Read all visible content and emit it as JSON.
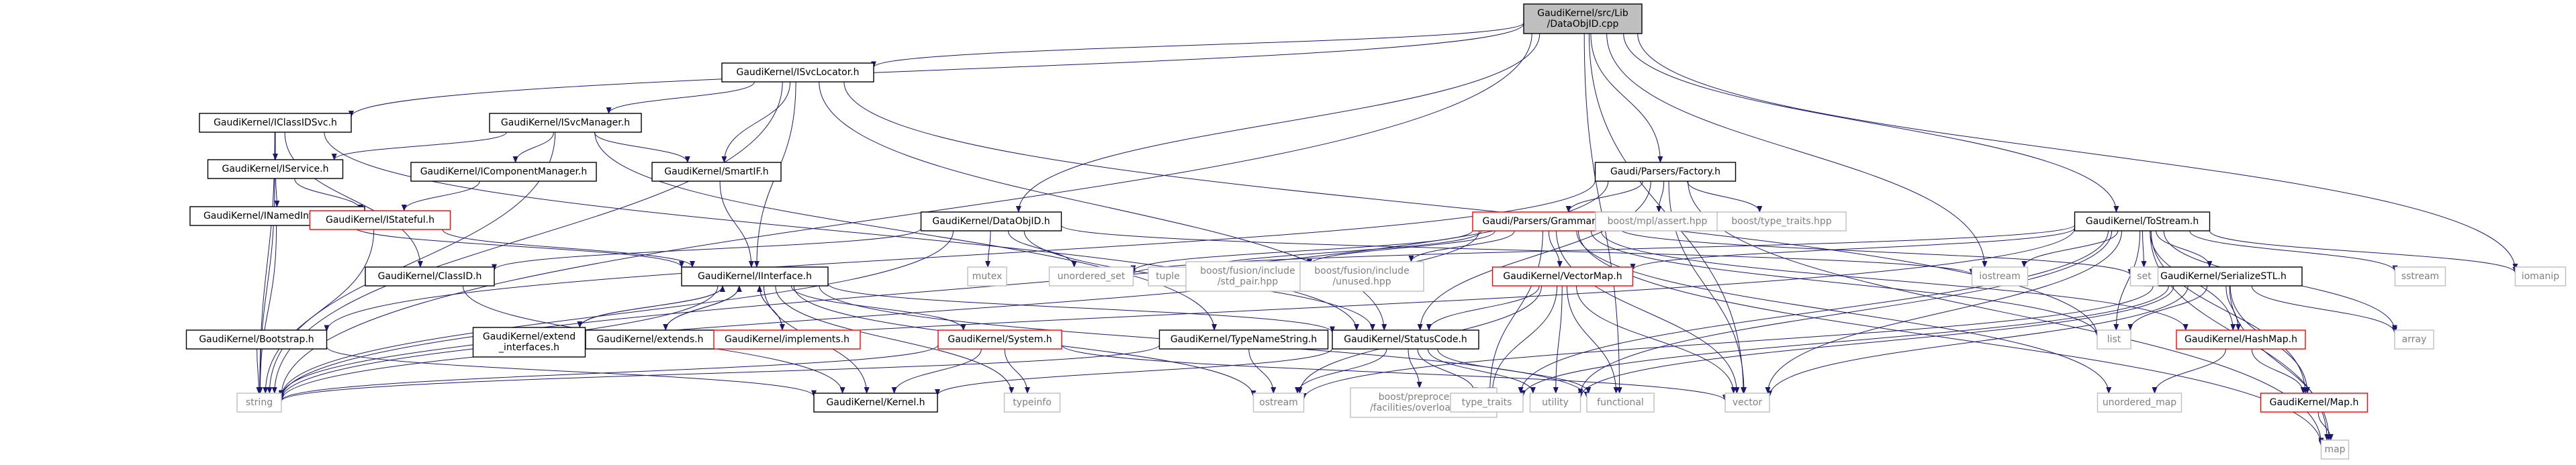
{
  "colors": {
    "root_fill": "#bfbfbf",
    "root_stroke": "#000000",
    "project_stroke": "#000000",
    "incomplete_stroke": "#ff0000",
    "system_stroke": "#bfbfbf",
    "system_text": "#808080",
    "text": "#000000",
    "edge": "#191970"
  },
  "nodes": [
    {
      "id": "root",
      "lines": [
        "GaudiKernel/src/Lib",
        "/DataObjID.cpp"
      ],
      "kind": "root"
    },
    {
      "id": "isvclocator",
      "lines": [
        "GaudiKernel/ISvcLocator.h"
      ],
      "kind": "project"
    },
    {
      "id": "iclassidsvc",
      "lines": [
        "GaudiKernel/IClassIDSvc.h"
      ],
      "kind": "project"
    },
    {
      "id": "isvcmanager",
      "lines": [
        "GaudiKernel/ISvcManager.h"
      ],
      "kind": "project"
    },
    {
      "id": "iservice",
      "lines": [
        "GaudiKernel/IService.h"
      ],
      "kind": "project"
    },
    {
      "id": "icompmgr",
      "lines": [
        "GaudiKernel/IComponentManager.h"
      ],
      "kind": "project"
    },
    {
      "id": "smartif",
      "lines": [
        "GaudiKernel/SmartIF.h"
      ],
      "kind": "project"
    },
    {
      "id": "factory",
      "lines": [
        "Gaudi/Parsers/Factory.h"
      ],
      "kind": "project"
    },
    {
      "id": "inamed",
      "lines": [
        "GaudiKernel/INamedInterface.h"
      ],
      "kind": "project"
    },
    {
      "id": "istateful",
      "lines": [
        "GaudiKernel/IStateful.h"
      ],
      "kind": "incomplete"
    },
    {
      "id": "dataobjid",
      "lines": [
        "GaudiKernel/DataObjID.h"
      ],
      "kind": "project"
    },
    {
      "id": "grammars",
      "lines": [
        "Gaudi/Parsers/Grammars.h"
      ],
      "kind": "incomplete"
    },
    {
      "id": "tostream",
      "lines": [
        "GaudiKernel/ToStream.h"
      ],
      "kind": "project"
    },
    {
      "id": "classid",
      "lines": [
        "GaudiKernel/ClassID.h"
      ],
      "kind": "project"
    },
    {
      "id": "iinterface",
      "lines": [
        "GaudiKernel/IInterface.h"
      ],
      "kind": "project"
    },
    {
      "id": "vectormap",
      "lines": [
        "GaudiKernel/VectorMap.h"
      ],
      "kind": "incomplete"
    },
    {
      "id": "serializestl",
      "lines": [
        "GaudiKernel/SerializeSTL.h"
      ],
      "kind": "project"
    },
    {
      "id": "bootstrap",
      "lines": [
        "GaudiKernel/Bootstrap.h"
      ],
      "kind": "project"
    },
    {
      "id": "extendif",
      "lines": [
        "GaudiKernel/extend",
        "_interfaces.h"
      ],
      "kind": "project"
    },
    {
      "id": "extends",
      "lines": [
        "GaudiKernel/extends.h"
      ],
      "kind": "project"
    },
    {
      "id": "implements",
      "lines": [
        "GaudiKernel/implements.h"
      ],
      "kind": "incomplete"
    },
    {
      "id": "system",
      "lines": [
        "GaudiKernel/System.h"
      ],
      "kind": "incomplete"
    },
    {
      "id": "typenamestring",
      "lines": [
        "GaudiKernel/TypeNameString.h"
      ],
      "kind": "project"
    },
    {
      "id": "statuscode",
      "lines": [
        "GaudiKernel/StatusCode.h"
      ],
      "kind": "project"
    },
    {
      "id": "hashmap",
      "lines": [
        "GaudiKernel/HashMap.h"
      ],
      "kind": "incomplete"
    },
    {
      "id": "kernel",
      "lines": [
        "GaudiKernel/Kernel.h"
      ],
      "kind": "project"
    },
    {
      "id": "map_h",
      "lines": [
        "GaudiKernel/Map.h"
      ],
      "kind": "incomplete"
    },
    {
      "id": "string",
      "lines": [
        "string"
      ],
      "kind": "system"
    },
    {
      "id": "list",
      "lines": [
        "list"
      ],
      "kind": "system"
    },
    {
      "id": "mutex",
      "lines": [
        "mutex"
      ],
      "kind": "system"
    },
    {
      "id": "unordered_set",
      "lines": [
        "unordered_set"
      ],
      "kind": "system"
    },
    {
      "id": "tuple",
      "lines": [
        "tuple"
      ],
      "kind": "system"
    },
    {
      "id": "std_pair",
      "lines": [
        "boost/fusion/include",
        "/std_pair.hpp"
      ],
      "kind": "system"
    },
    {
      "id": "unused",
      "lines": [
        "boost/fusion/include",
        "/unused.hpp"
      ],
      "kind": "system"
    },
    {
      "id": "assert",
      "lines": [
        "boost/mpl/assert.hpp"
      ],
      "kind": "system"
    },
    {
      "id": "type_traits_hpp",
      "lines": [
        "boost/type_traits.hpp"
      ],
      "kind": "system"
    },
    {
      "id": "iostream",
      "lines": [
        "iostream"
      ],
      "kind": "system"
    },
    {
      "id": "set",
      "lines": [
        "set"
      ],
      "kind": "system"
    },
    {
      "id": "sstream",
      "lines": [
        "sstream"
      ],
      "kind": "system"
    },
    {
      "id": "iomanip",
      "lines": [
        "iomanip"
      ],
      "kind": "system"
    },
    {
      "id": "array",
      "lines": [
        "array"
      ],
      "kind": "system"
    },
    {
      "id": "ostream",
      "lines": [
        "ostream"
      ],
      "kind": "system"
    },
    {
      "id": "overload",
      "lines": [
        "boost/preprocessor",
        "/facilities/overload.hpp"
      ],
      "kind": "system"
    },
    {
      "id": "type_traits",
      "lines": [
        "type_traits"
      ],
      "kind": "system"
    },
    {
      "id": "utility",
      "lines": [
        "utility"
      ],
      "kind": "system"
    },
    {
      "id": "functional",
      "lines": [
        "functional"
      ],
      "kind": "system"
    },
    {
      "id": "vector",
      "lines": [
        "vector"
      ],
      "kind": "system"
    },
    {
      "id": "typeinfo",
      "lines": [
        "typeinfo"
      ],
      "kind": "system"
    },
    {
      "id": "unordered_map",
      "lines": [
        "unordered_map"
      ],
      "kind": "system"
    },
    {
      "id": "map",
      "lines": [
        "map"
      ],
      "kind": "system"
    }
  ],
  "edges": [
    [
      "root",
      "isvclocator"
    ],
    [
      "root",
      "iclassidsvc"
    ],
    [
      "root",
      "factory"
    ],
    [
      "root",
      "dataobjid"
    ],
    [
      "root",
      "tostream"
    ],
    [
      "root",
      "iostream"
    ],
    [
      "root",
      "iomanip"
    ],
    [
      "root",
      "functional"
    ],
    [
      "root",
      "vector"
    ],
    [
      "root",
      "string"
    ],
    [
      "isvclocator",
      "isvcmanager"
    ],
    [
      "isvclocator",
      "smartif"
    ],
    [
      "isvclocator",
      "iinterface"
    ],
    [
      "isvclocator",
      "statuscode"
    ],
    [
      "isvclocator",
      "string"
    ],
    [
      "isvclocator",
      "list"
    ],
    [
      "iclassidsvc",
      "iservice"
    ],
    [
      "iclassidsvc",
      "classid"
    ],
    [
      "iclassidsvc",
      "statuscode"
    ],
    [
      "iclassidsvc",
      "string"
    ],
    [
      "isvcmanager",
      "iservice"
    ],
    [
      "isvcmanager",
      "icompmgr"
    ],
    [
      "isvcmanager",
      "smartif"
    ],
    [
      "isvcmanager",
      "typenamestring"
    ],
    [
      "isvcmanager",
      "string"
    ],
    [
      "iservice",
      "inamed"
    ],
    [
      "iservice",
      "istateful"
    ],
    [
      "iservice",
      "string"
    ],
    [
      "icompmgr",
      "istateful"
    ],
    [
      "smartif",
      "iinterface"
    ],
    [
      "inamed",
      "iinterface"
    ],
    [
      "inamed",
      "string"
    ],
    [
      "istateful",
      "iinterface"
    ],
    [
      "istateful",
      "string"
    ],
    [
      "factory",
      "grammars"
    ],
    [
      "factory",
      "statuscode"
    ],
    [
      "factory",
      "string"
    ],
    [
      "factory",
      "assert"
    ],
    [
      "factory",
      "type_traits_hpp"
    ],
    [
      "factory",
      "vector"
    ],
    [
      "factory",
      "map"
    ],
    [
      "factory",
      "bootstrap"
    ],
    [
      "dataobjid",
      "classid"
    ],
    [
      "dataobjid",
      "statuscode"
    ],
    [
      "dataobjid",
      "mutex"
    ],
    [
      "dataobjid",
      "unordered_set"
    ],
    [
      "dataobjid",
      "iostream"
    ],
    [
      "dataobjid",
      "string"
    ],
    [
      "grammars",
      "vectormap"
    ],
    [
      "grammars",
      "hashmap"
    ],
    [
      "grammars",
      "tuple"
    ],
    [
      "grammars",
      "std_pair"
    ],
    [
      "grammars",
      "unused"
    ],
    [
      "grammars",
      "unordered_set"
    ],
    [
      "grammars",
      "list"
    ],
    [
      "grammars",
      "set"
    ],
    [
      "grammars",
      "vector"
    ],
    [
      "grammars",
      "map"
    ],
    [
      "grammars",
      "type_traits"
    ],
    [
      "grammars",
      "string"
    ],
    [
      "grammars",
      "unordered_map"
    ],
    [
      "tostream",
      "serializestl"
    ],
    [
      "tostream",
      "hashmap"
    ],
    [
      "tostream",
      "map_h"
    ],
    [
      "tostream",
      "list"
    ],
    [
      "tostream",
      "set"
    ],
    [
      "tostream",
      "iostream"
    ],
    [
      "tostream",
      "sstream"
    ],
    [
      "tostream",
      "iomanip"
    ],
    [
      "tostream",
      "array"
    ],
    [
      "tostream",
      "vector"
    ],
    [
      "tostream",
      "map"
    ],
    [
      "tostream",
      "type_traits"
    ],
    [
      "tostream",
      "utility"
    ],
    [
      "tostream",
      "unordered_set"
    ],
    [
      "tostream",
      "vectormap"
    ],
    [
      "tostream",
      "string"
    ],
    [
      "classid",
      "kernel"
    ],
    [
      "iinterface",
      "extendif"
    ],
    [
      "iinterface",
      "extends"
    ],
    [
      "iinterface",
      "implements"
    ],
    [
      "iinterface",
      "system"
    ],
    [
      "iinterface",
      "statuscode"
    ],
    [
      "iinterface",
      "kernel"
    ],
    [
      "iinterface",
      "typeinfo"
    ],
    [
      "iinterface",
      "ostream"
    ],
    [
      "iinterface",
      "functional"
    ],
    [
      "iinterface",
      "string"
    ],
    [
      "extendif",
      "iinterface"
    ],
    [
      "extends",
      "iinterface"
    ],
    [
      "implements",
      "iinterface"
    ],
    [
      "vectormap",
      "statuscode"
    ],
    [
      "vectormap",
      "vector"
    ],
    [
      "vectormap",
      "utility"
    ],
    [
      "vectormap",
      "functional"
    ],
    [
      "vectormap",
      "ostream"
    ],
    [
      "vectormap",
      "type_traits"
    ],
    [
      "serializestl",
      "hashmap"
    ],
    [
      "serializestl",
      "map_h"
    ],
    [
      "serializestl",
      "list"
    ],
    [
      "serializestl",
      "array"
    ],
    [
      "serializestl",
      "vector"
    ],
    [
      "serializestl",
      "map"
    ],
    [
      "serializestl",
      "ostream"
    ],
    [
      "serializestl",
      "type_traits"
    ],
    [
      "serializestl",
      "utility"
    ],
    [
      "hashmap",
      "map_h"
    ],
    [
      "hashmap",
      "unordered_map"
    ],
    [
      "map_h",
      "map"
    ],
    [
      "bootstrap",
      "kernel"
    ],
    [
      "bootstrap",
      "string"
    ],
    [
      "system",
      "kernel"
    ],
    [
      "system",
      "typeinfo"
    ],
    [
      "system",
      "string"
    ],
    [
      "system",
      "vector"
    ],
    [
      "typenamestring",
      "ostream"
    ],
    [
      "typenamestring",
      "string"
    ],
    [
      "statuscode",
      "overload"
    ],
    [
      "statuscode",
      "ostream"
    ],
    [
      "statuscode",
      "type_traits"
    ],
    [
      "statuscode",
      "utility"
    ],
    [
      "statuscode",
      "functional"
    ],
    [
      "statuscode",
      "kernel"
    ]
  ]
}
